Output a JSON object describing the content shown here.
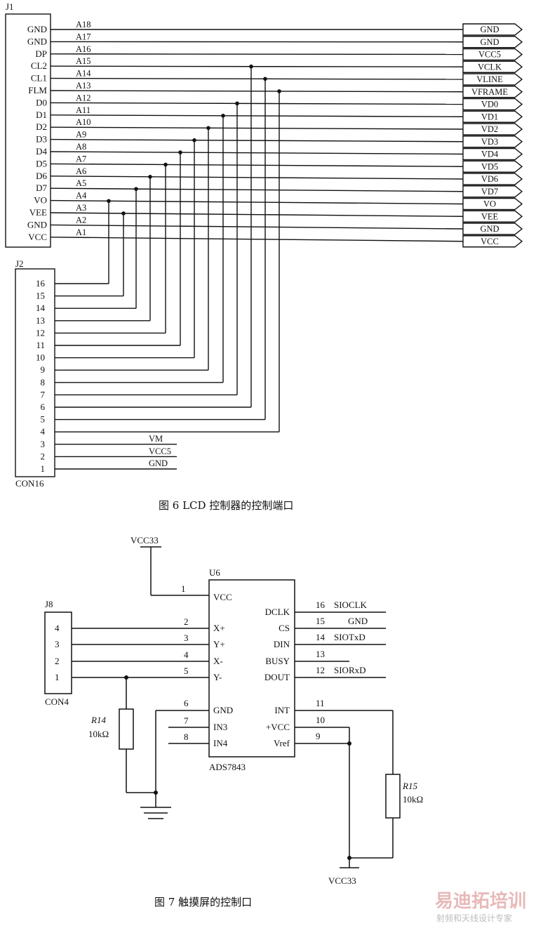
{
  "fig6": {
    "caption": "图 6 LCD 控制器的控制端口",
    "j1_label": "J1",
    "j1_pins": [
      "GND",
      "GND",
      "DP",
      "CL2",
      "CL1",
      "FLM",
      "D0",
      "D1",
      "D2",
      "D3",
      "D4",
      "D5",
      "D6",
      "D7",
      "VO",
      "VEE",
      "GND",
      "VCC"
    ],
    "wire_labels": [
      "A18",
      "A17",
      "A16",
      "A15",
      "A14",
      "A13",
      "A12",
      "A11",
      "A10",
      "A9",
      "A8",
      "A7",
      "A6",
      "A5",
      "A4",
      "A3",
      "A2",
      "A1"
    ],
    "connector_labels": [
      "GND",
      "GND",
      "VCC5",
      "VCLK",
      "VLINE",
      "VFRAME",
      "VD0",
      "VD1",
      "VD2",
      "VD3",
      "VD4",
      "VD5",
      "VD6",
      "VD7",
      "VO",
      "VEE",
      "GND",
      "VCC"
    ],
    "j2_label": "J2",
    "j2_pins": [
      "16",
      "15",
      "14",
      "13",
      "12",
      "11",
      "10",
      "9",
      "8",
      "7",
      "6",
      "5",
      "4",
      "3",
      "2",
      "1"
    ],
    "j2_net_labels": [
      "VM",
      "VCC5",
      "GND"
    ],
    "j2_type": "CON16"
  },
  "fig7": {
    "caption": "图 7 触摸屏的控制口",
    "vcc_top": "VCC33",
    "vcc_bottom": "VCC33",
    "u6_ref": "U6",
    "u6_part": "ADS7843",
    "left_pins": [
      {
        "num": "1",
        "name": "VCC"
      },
      {
        "num": "2",
        "name": "X+"
      },
      {
        "num": "3",
        "name": "Y+"
      },
      {
        "num": "4",
        "name": "X-"
      },
      {
        "num": "5",
        "name": "Y-"
      },
      {
        "num": "6",
        "name": "GND"
      },
      {
        "num": "7",
        "name": "IN3"
      },
      {
        "num": "8",
        "name": "IN4"
      }
    ],
    "right_pins": [
      {
        "num": "16",
        "name": "DCLK",
        "net": "SIOCLK"
      },
      {
        "num": "15",
        "name": "CS",
        "net": "GND"
      },
      {
        "num": "14",
        "name": "DIN",
        "net": "SIOTxD"
      },
      {
        "num": "13",
        "name": "BUSY",
        "net": ""
      },
      {
        "num": "12",
        "name": "DOUT",
        "net": "SIORxD"
      },
      {
        "num": "11",
        "name": "INT",
        "net": ""
      },
      {
        "num": "10",
        "name": "+VCC",
        "net": ""
      },
      {
        "num": "9",
        "name": "Vref",
        "net": ""
      }
    ],
    "j8_label": "J8",
    "j8_pins": [
      "4",
      "3",
      "2",
      "1"
    ],
    "j8_type": "CON4",
    "r14_ref": "R14",
    "r14_value": "10kΩ",
    "r15_ref": "R15",
    "r15_value": "10kΩ"
  },
  "watermark": {
    "main": "易迪拓培训",
    "sub": "射频和天线设计专家"
  }
}
